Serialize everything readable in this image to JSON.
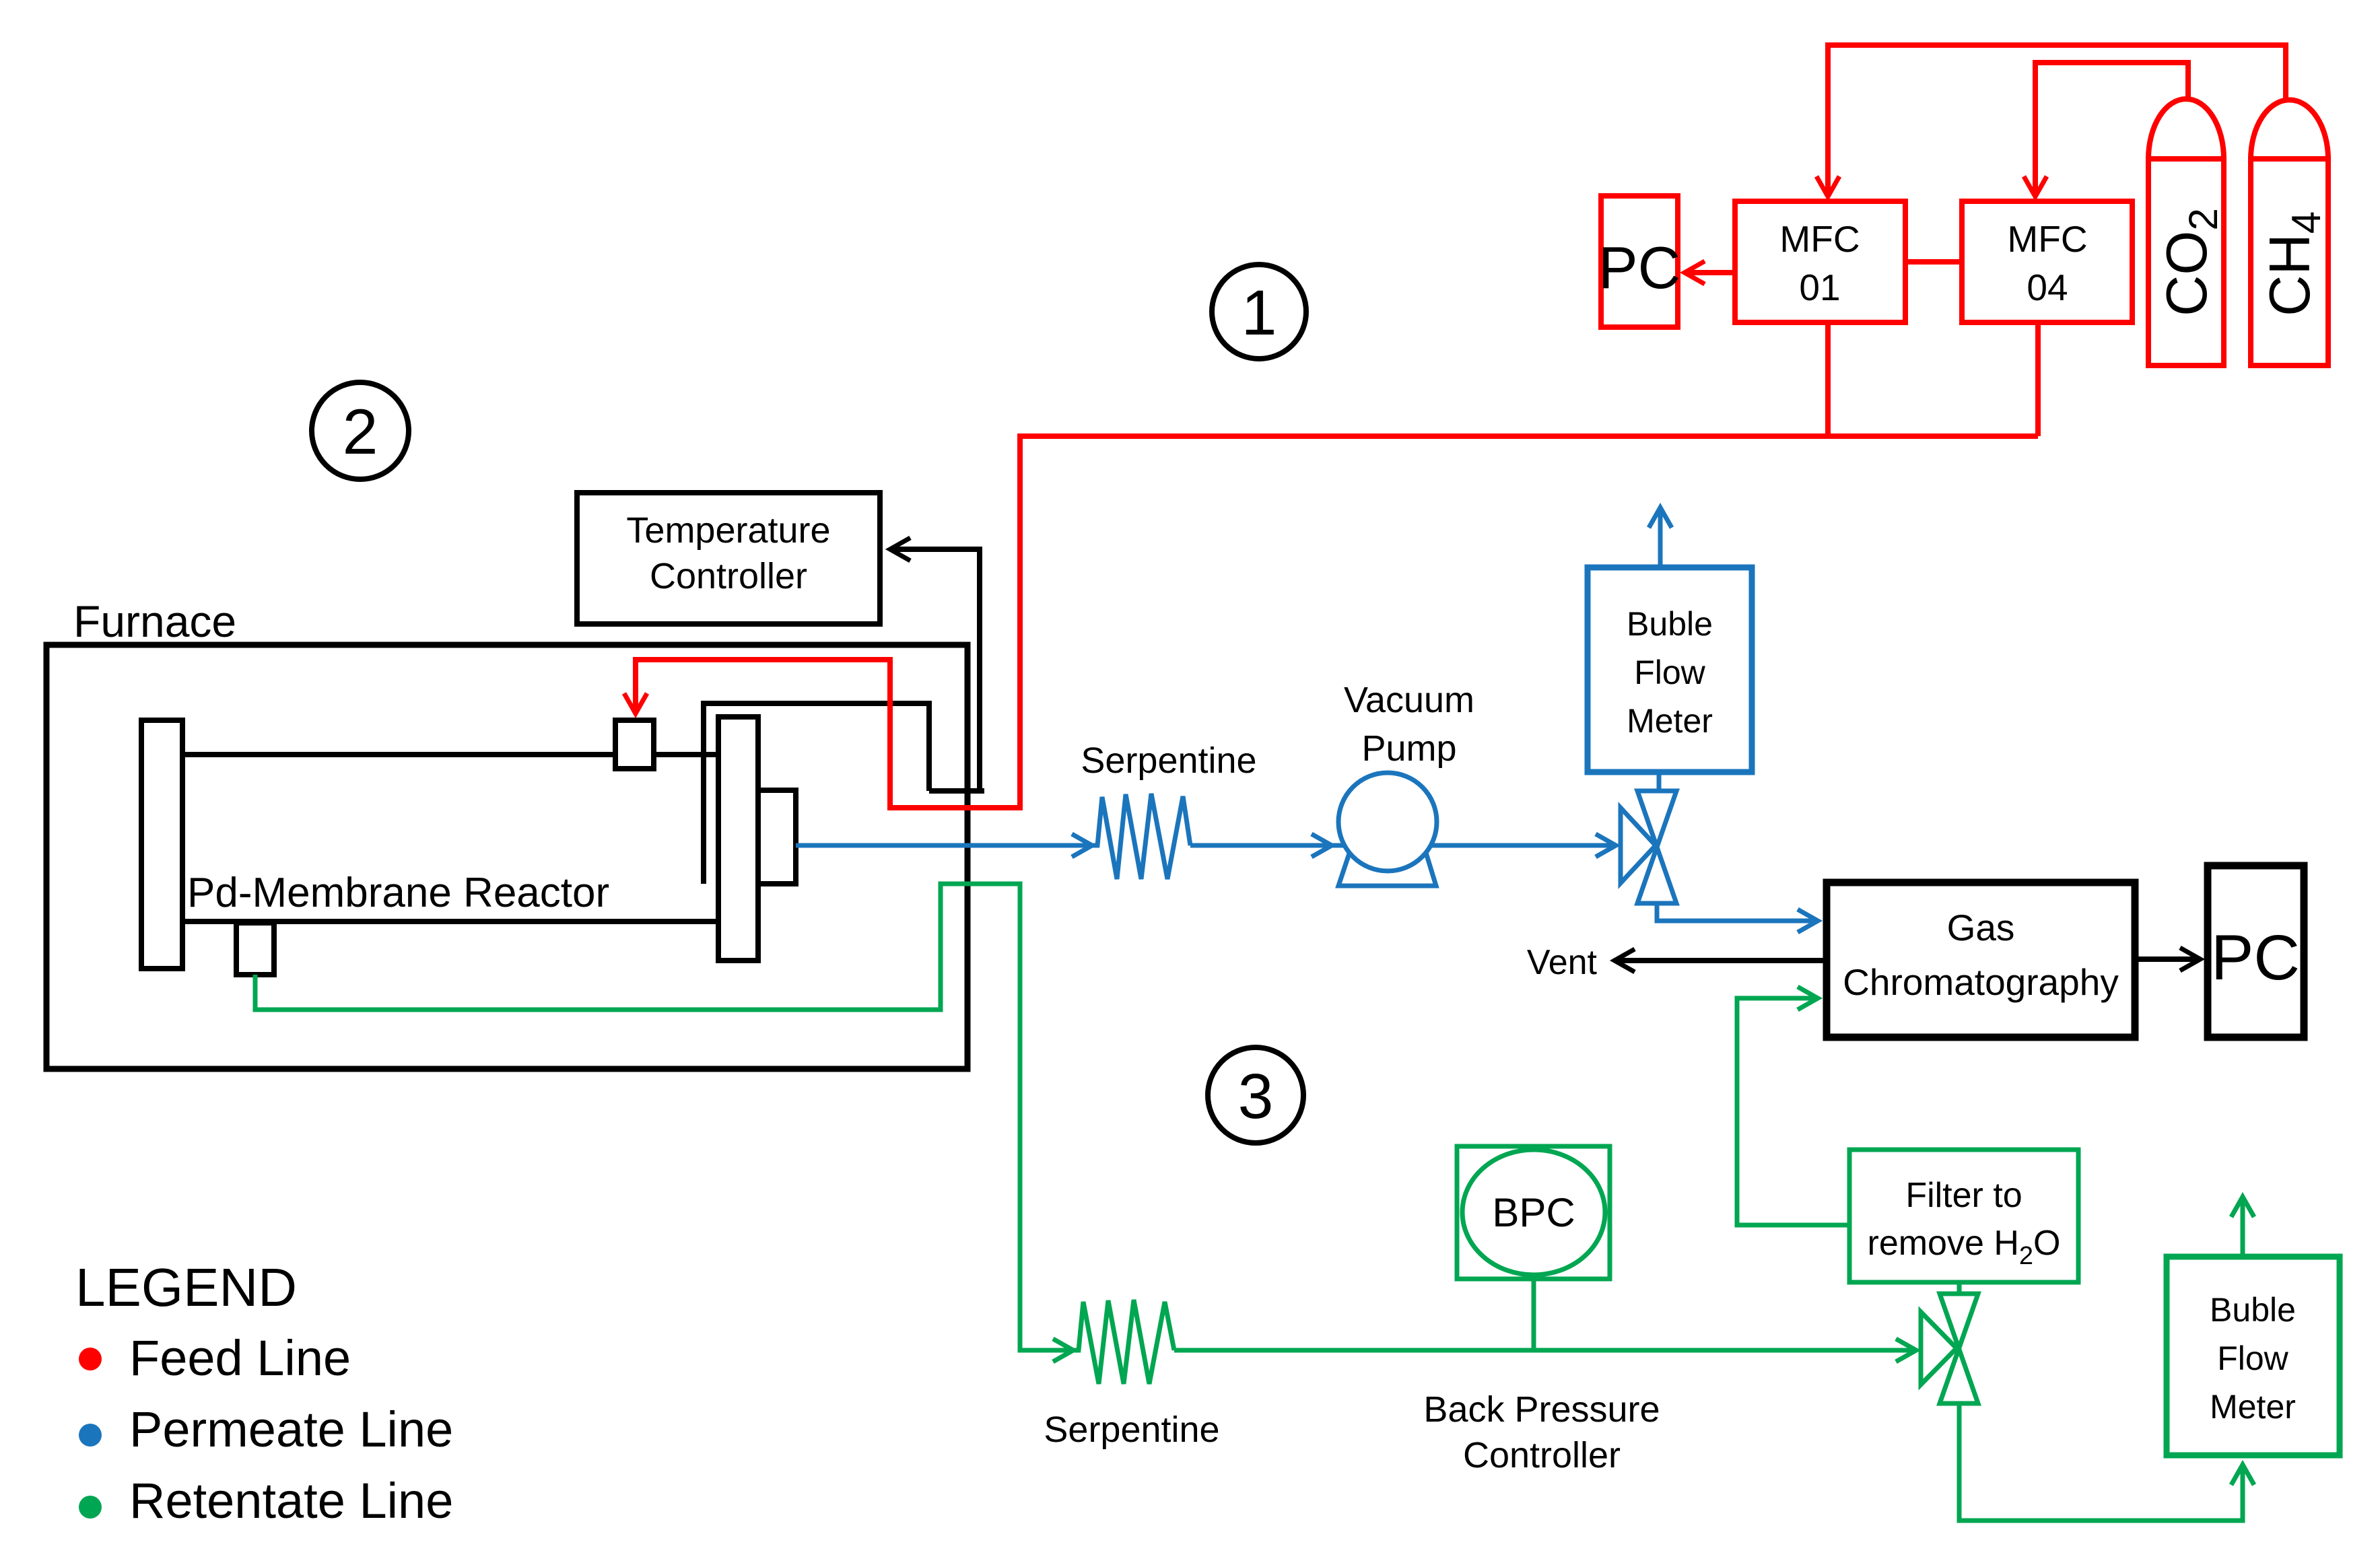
{
  "colors": {
    "feed_line": "#FF0000",
    "permeate_line": "#1B75BC",
    "retentate_line": "#00A651",
    "diagram_black": "#000000"
  },
  "legend": {
    "title": "LEGEND",
    "items": [
      {
        "label": "Feed Line",
        "color": "#FF0000"
      },
      {
        "label": "Permeate Line",
        "color": "#1B75BC"
      },
      {
        "label": "Retentate Line",
        "color": "#00A651"
      }
    ]
  },
  "section_markers": {
    "one": "1",
    "two": "2",
    "three": "3"
  },
  "feed_section": {
    "pc_label": "PC",
    "mfc01": {
      "line1": "MFC",
      "line2": "01"
    },
    "mfc04": {
      "line1": "MFC",
      "line2": "04"
    },
    "co2_cylinder": {
      "base": "CO",
      "sub": "2"
    },
    "ch4_cylinder": {
      "base": "CH",
      "sub": "4"
    }
  },
  "furnace": {
    "label": "Furnace",
    "reactor_label": "Pd-Membrane Reactor",
    "temperature_controller": {
      "line1": "Temperature",
      "line2": "Controller"
    }
  },
  "permeate_section": {
    "serpentine_label": "Serpentine",
    "vacuum_pump": {
      "line1": "Vacuum",
      "line2": "Pump"
    },
    "bubble_flow_meter": {
      "line1": "Buble",
      "line2": "Flow",
      "line3": "Meter"
    },
    "gas_chromatography": {
      "line1": "Gas",
      "line2": "Chromatography"
    },
    "pc_label": "PC",
    "vent_label": "Vent"
  },
  "retentate_section": {
    "serpentine_label": "Serpentine",
    "bpc_label": "BPC",
    "bpc_full_name": {
      "line1": "Back Pressure",
      "line2": "Controller"
    },
    "filter": {
      "line1": "Filter to",
      "line2_base": "remove H",
      "line2_sub": "2",
      "line2_end": "O"
    },
    "bubble_flow_meter": {
      "line1": "Buble",
      "line2": "Flow",
      "line3": "Meter"
    }
  }
}
